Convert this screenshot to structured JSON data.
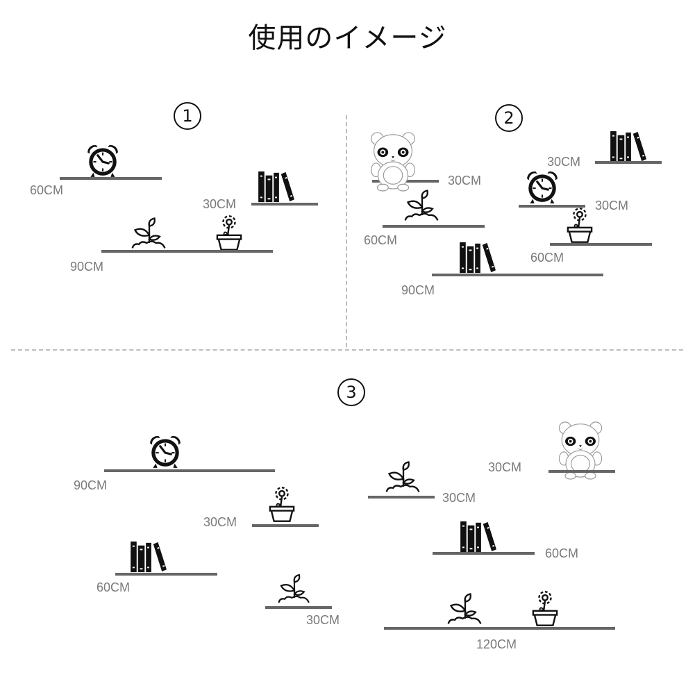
{
  "title": "使用のイメージ",
  "sections": [
    {
      "number": "1",
      "shelves": [
        {
          "label": "60CM",
          "items": [
            "alarm-clock"
          ]
        },
        {
          "label": "30CM",
          "items": [
            "books"
          ]
        },
        {
          "label": "90CM",
          "items": [
            "sprout",
            "flower-pot"
          ]
        }
      ]
    },
    {
      "number": "2",
      "shelves": [
        {
          "label": "30CM",
          "items": [
            "panda"
          ]
        },
        {
          "label": "30CM",
          "items": [
            "books"
          ]
        },
        {
          "label": "30CM",
          "items": [
            "alarm-clock"
          ]
        },
        {
          "label": "60CM",
          "items": [
            "sprout"
          ]
        },
        {
          "label": "60CM",
          "items": [
            "flower-pot"
          ]
        },
        {
          "label": "90CM",
          "items": [
            "books"
          ]
        }
      ]
    },
    {
      "number": "3",
      "shelves": [
        {
          "label": "90CM",
          "items": [
            "alarm-clock"
          ]
        },
        {
          "label": "30CM",
          "items": [
            "flower-pot"
          ]
        },
        {
          "label": "60CM",
          "items": [
            "books"
          ]
        },
        {
          "label": "30CM",
          "items": [
            "sprout"
          ]
        },
        {
          "label": "30CM",
          "items": [
            "panda"
          ]
        },
        {
          "label": "30CM",
          "items": [
            "sprout"
          ]
        },
        {
          "label": "60CM",
          "items": [
            "books"
          ]
        },
        {
          "label": "120CM",
          "items": [
            "sprout",
            "flower-pot"
          ]
        }
      ]
    }
  ],
  "colors": {
    "shelf": "#666666",
    "label": "#7a7a7a",
    "icon": "#111111",
    "divider": "#bdbdbd"
  }
}
